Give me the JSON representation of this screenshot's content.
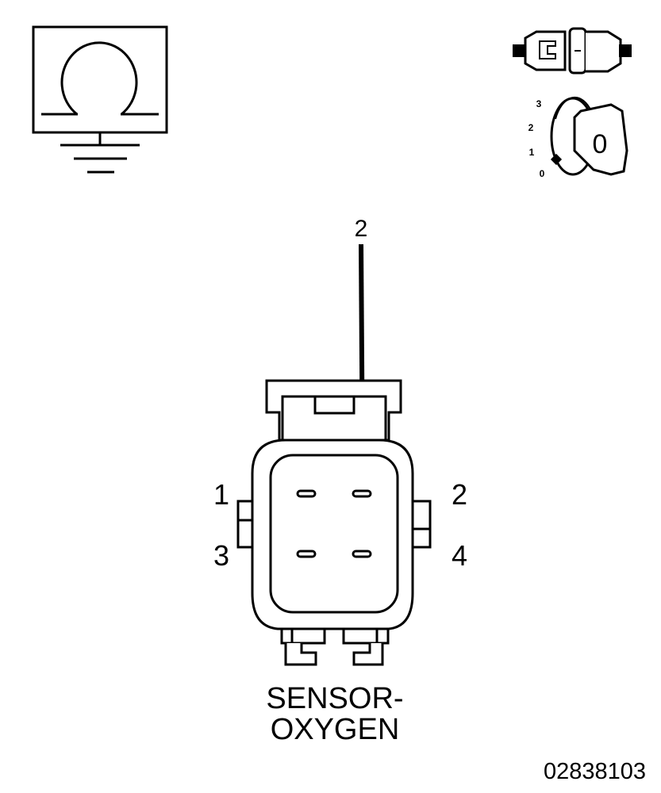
{
  "ohm_symbol": "Ω",
  "key_switch": {
    "positions": [
      "3",
      "2",
      "1",
      "0"
    ],
    "key_label": "0"
  },
  "probe_pin": "2",
  "connector": {
    "pins": [
      "1",
      "2",
      "3",
      "4"
    ],
    "name_line1": "SENSOR-",
    "name_line2": "OXYGEN"
  },
  "figure_id": "02838103"
}
